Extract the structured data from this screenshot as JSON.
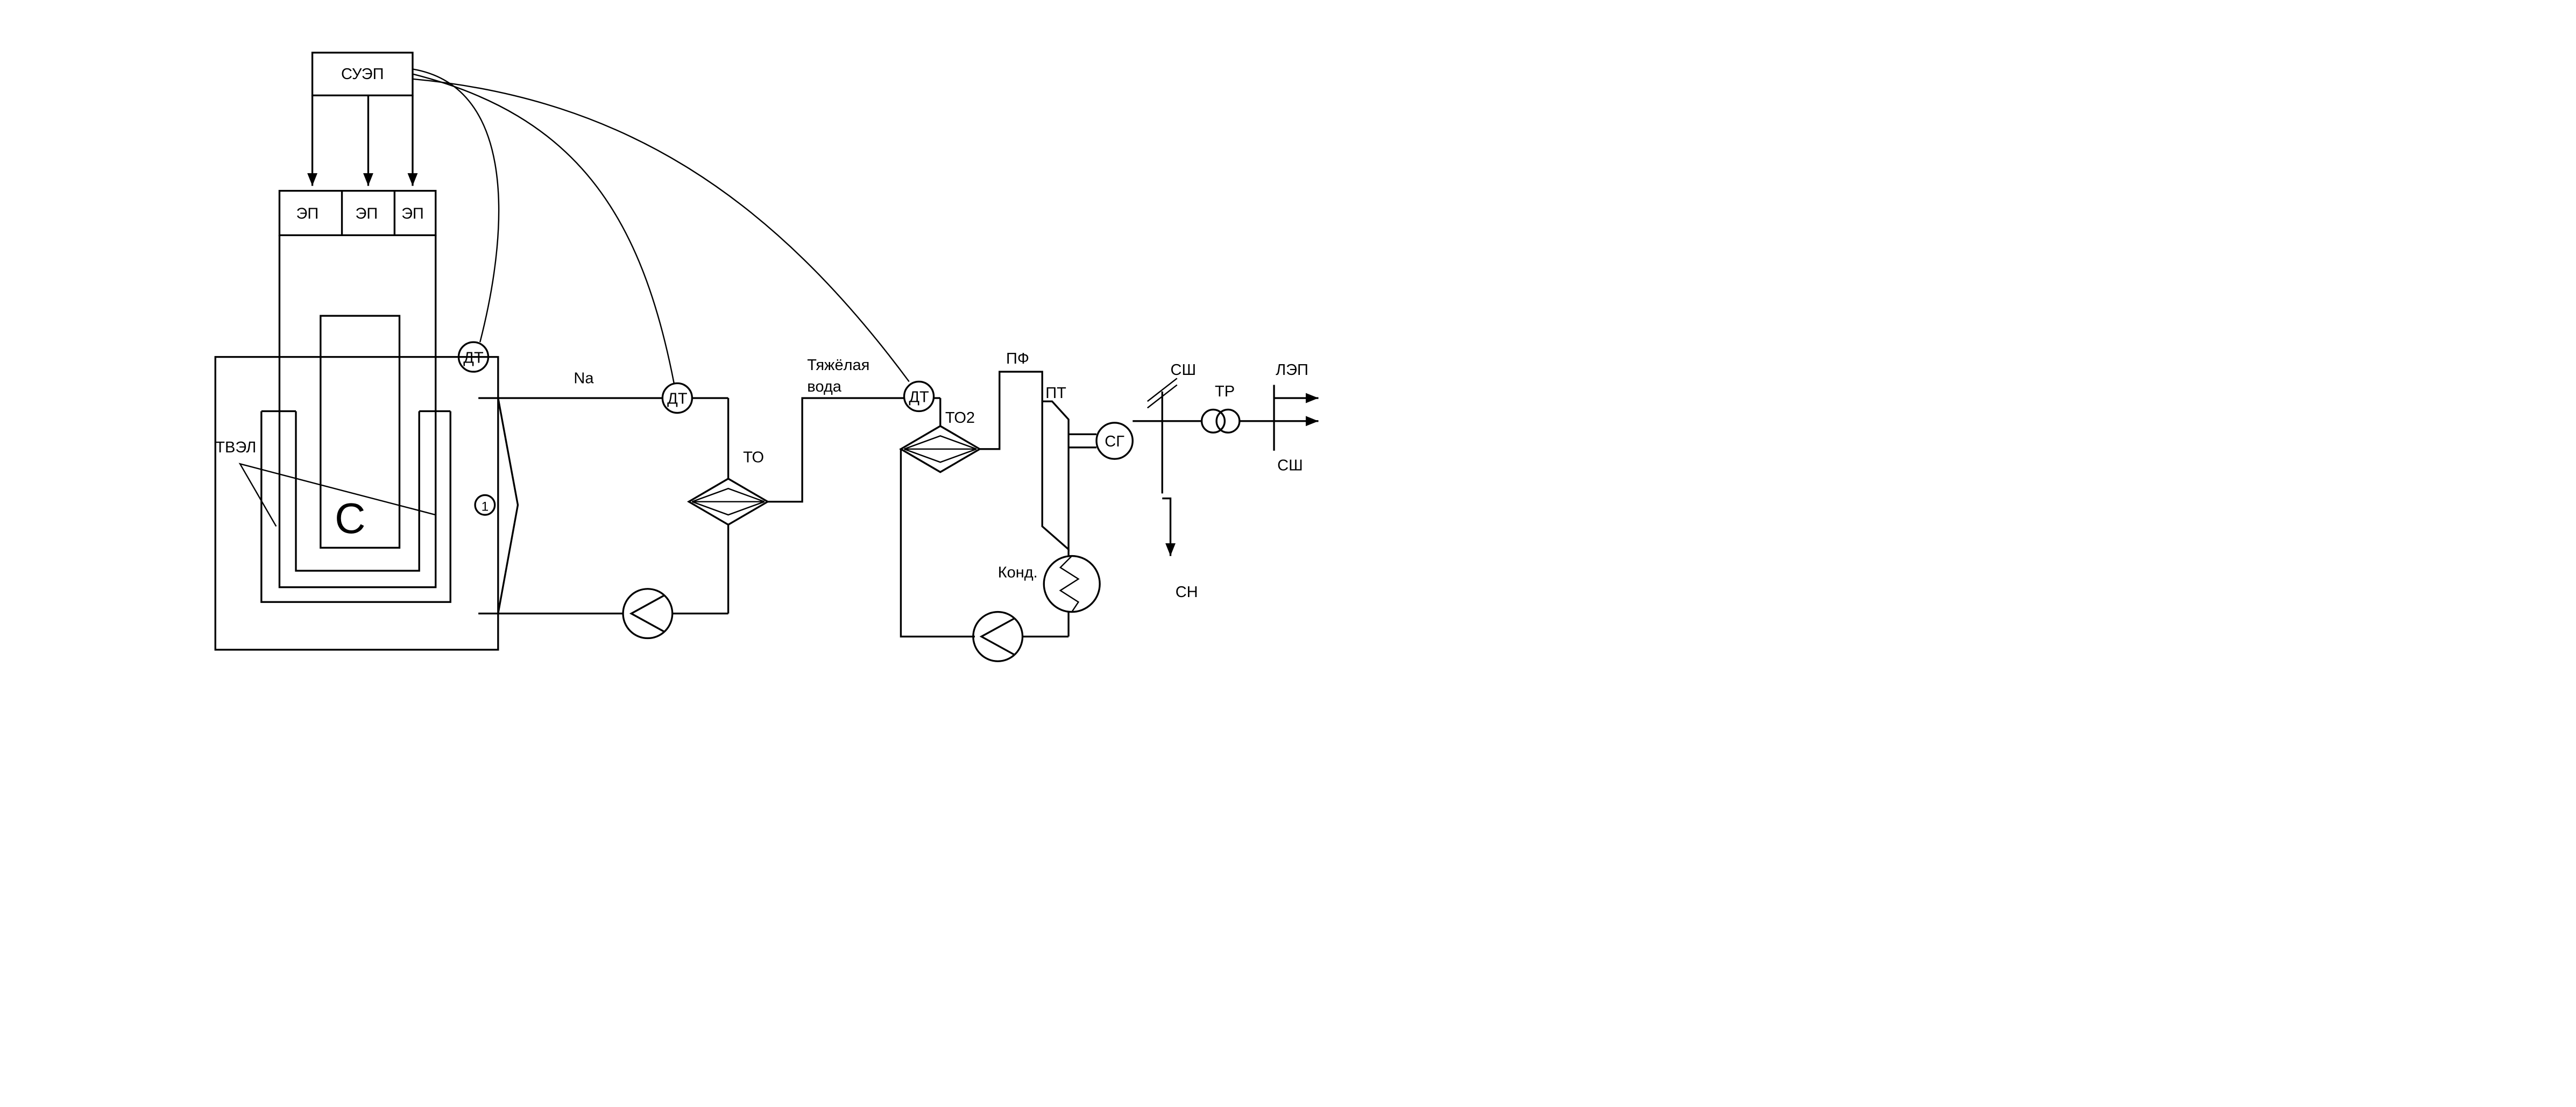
{
  "labels": {
    "suep": "СУЭП",
    "ep1": "ЭП",
    "ep2": "ЭП",
    "ep3": "ЭП",
    "dt_reactor": "ДТ",
    "dt_na": "ДТ",
    "dt_water": "ДТ",
    "tvel": "ТВЭЛ",
    "core": "С",
    "circuit_number": "1",
    "na": "Na",
    "to": "ТО",
    "heavy_water_line1": "Тяжёлая",
    "heavy_water_line2": "вода",
    "to2": "ТО2",
    "pf": "ПФ",
    "pt": "ПТ",
    "sg": "СГ",
    "cond": "Конд.",
    "ssh_top": "СШ",
    "tr": "ТР",
    "lep": "ЛЭП",
    "ssh_bottom": "СШ",
    "sn": "СН"
  },
  "colors": {
    "line": "#000000",
    "background": "#ffffff"
  }
}
